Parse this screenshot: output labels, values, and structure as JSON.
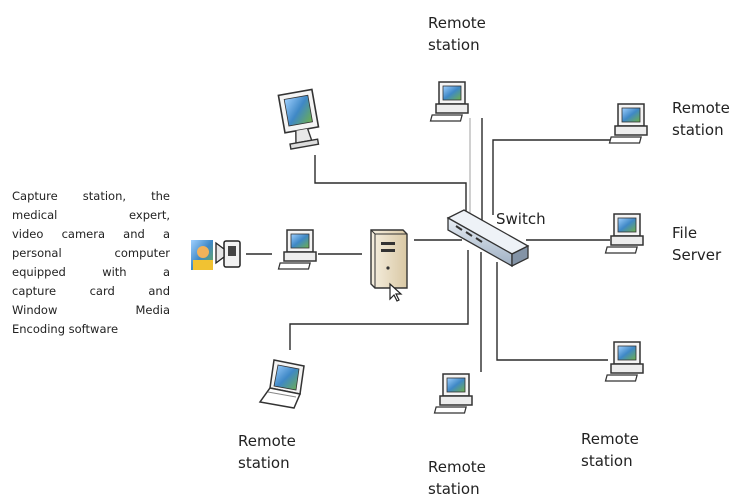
{
  "labels": {
    "remote_top": [
      "Remote",
      "station"
    ],
    "remote_right": [
      "Remote",
      "station"
    ],
    "file_server": [
      "File",
      "Server"
    ],
    "switch": "Switch",
    "remote_bottom_left": [
      "Remote",
      "station"
    ],
    "remote_bottom_center": [
      "Remote",
      "station"
    ],
    "remote_bottom_right": [
      "Remote",
      "station"
    ]
  },
  "capture_description": [
    "Capture station, the",
    "medical expert,",
    "video camera and a",
    "personal computer",
    "equipped with a",
    "capture card and",
    "Window Media",
    "Encoding software"
  ],
  "colors": {
    "line": "#2b2b2b",
    "screen": "#4a90c8",
    "server": "#e8dcc2"
  },
  "icons": [
    "desktop-computer-icon",
    "monitor-icon",
    "laptop-icon",
    "server-icon",
    "switch-icon",
    "camera-icon",
    "cursor-icon"
  ]
}
